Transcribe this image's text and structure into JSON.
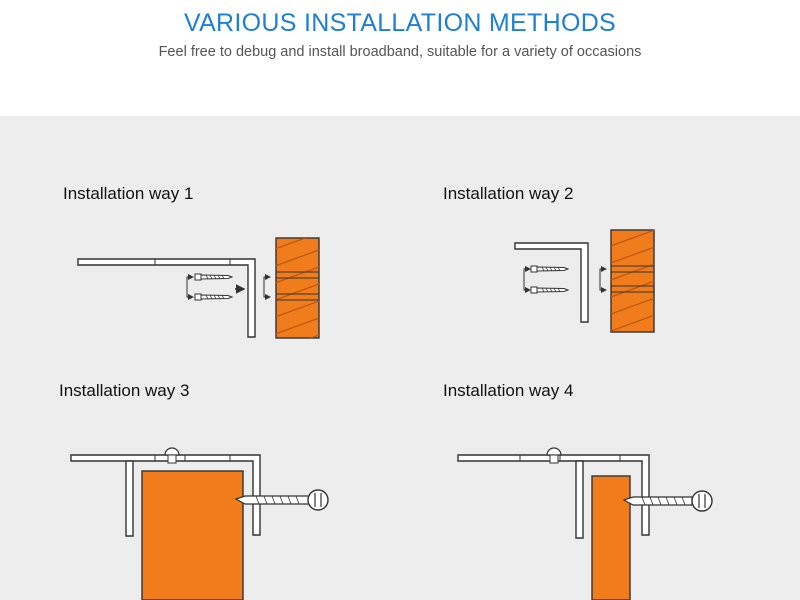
{
  "header": {
    "title": "VARIOUS INSTALLATION METHODS",
    "subtitle": "Feel free to debug and install broadband, suitable for a variety of occasions"
  },
  "ways": [
    {
      "label": "Installation way 1"
    },
    {
      "label": "Installation way 2"
    },
    {
      "label": "Installation way 3"
    },
    {
      "label": "Installation way 4"
    }
  ],
  "colors": {
    "title": "#1e7fd6",
    "panel_bg": "#ededed",
    "wood": "#f07c1c",
    "outline": "#333333",
    "metal_fill": "#ffffff"
  },
  "icons": [
    "screw-icon",
    "bracket-icon",
    "wood-block-icon",
    "arrow-right-icon"
  ]
}
